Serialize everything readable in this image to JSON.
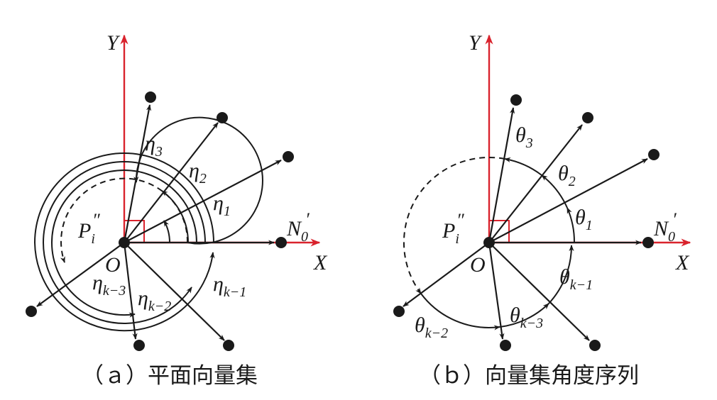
{
  "colors": {
    "axis": "#d9232d",
    "ink": "#1a1a1a"
  },
  "panel_a": {
    "caption": "（ａ）平面向量集",
    "axis_y": "Y",
    "axis_x": "X",
    "origin": "O",
    "point_label": {
      "base": "P",
      "sub": "i",
      "sup": "″"
    },
    "ref_label": {
      "base": "N",
      "sub": "0",
      "sup": "′"
    },
    "eta_symbol": "η",
    "labels": [
      {
        "sub": "3"
      },
      {
        "sub": "2"
      },
      {
        "sub": "1"
      },
      {
        "sub": "k−3"
      },
      {
        "sub": "k−2"
      },
      {
        "sub": "k−1"
      }
    ]
  },
  "panel_b": {
    "caption": "（ｂ）向量集角度序列",
    "axis_y": "Y",
    "axis_x": "X",
    "origin": "O",
    "point_label": {
      "base": "P",
      "sub": "i",
      "sup": "″"
    },
    "ref_label": {
      "base": "N",
      "sub": "0",
      "sup": "′"
    },
    "theta_symbol": "θ",
    "labels": [
      {
        "sub": "3"
      },
      {
        "sub": "2"
      },
      {
        "sub": "1"
      },
      {
        "sub": "k−1"
      },
      {
        "sub": "k−3"
      },
      {
        "sub": "k−2"
      }
    ]
  }
}
